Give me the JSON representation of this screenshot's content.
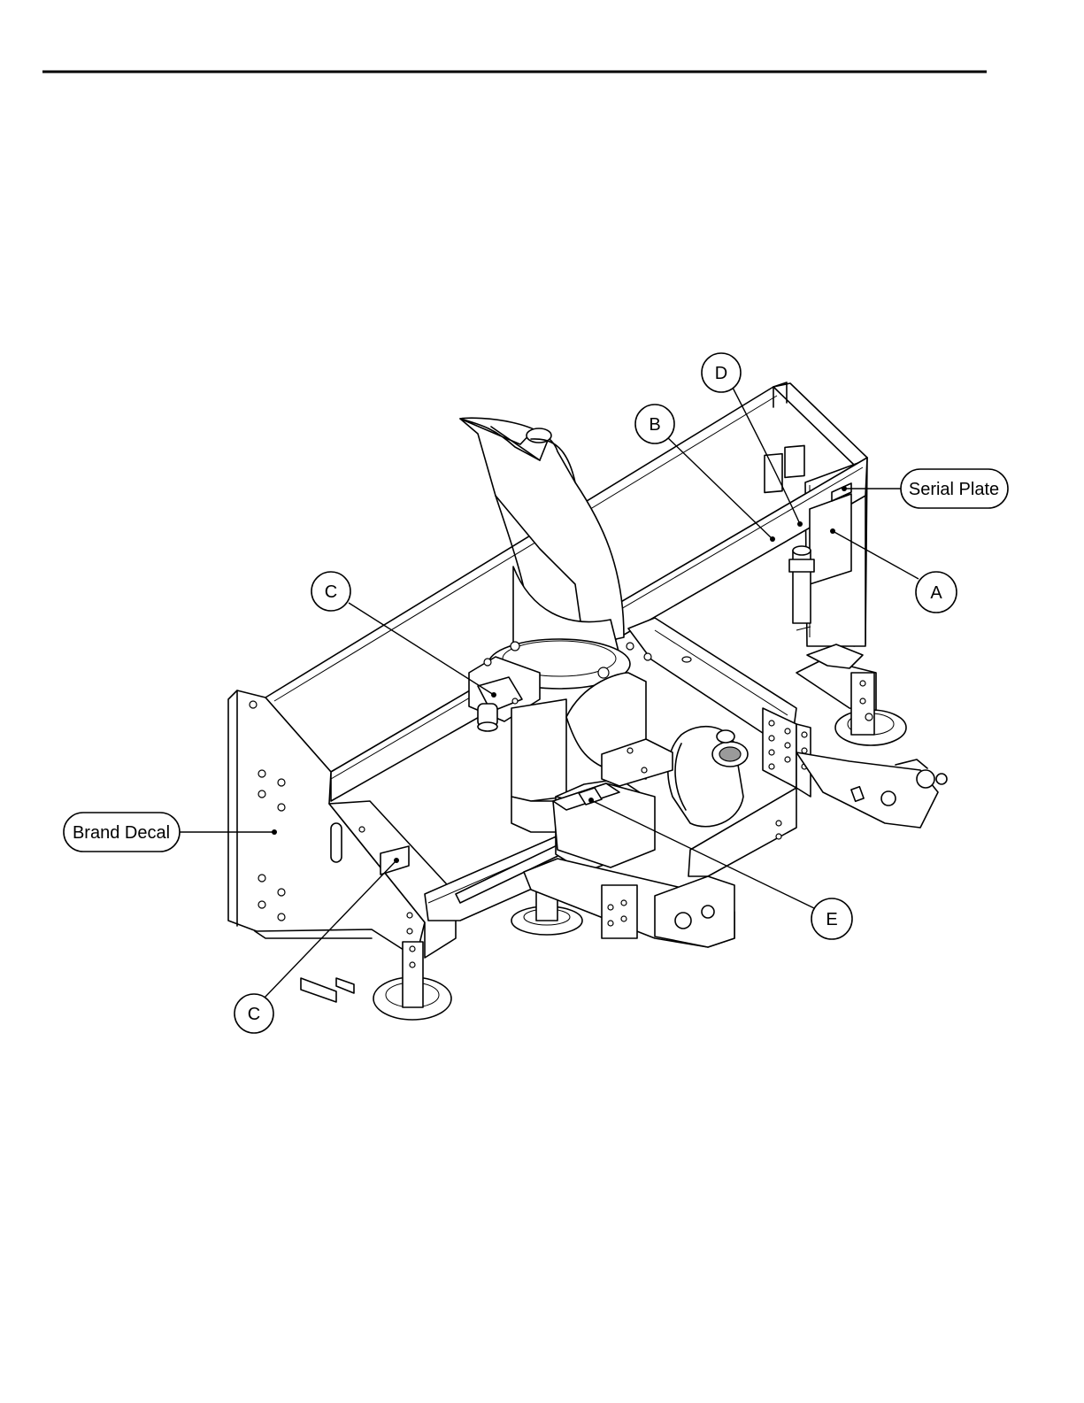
{
  "callouts": {
    "a": "A",
    "b": "B",
    "c_upper": "C",
    "c_lower": "C",
    "d": "D",
    "e": "E",
    "serial_plate": "Serial Plate",
    "brand_decal": "Brand Decal"
  }
}
